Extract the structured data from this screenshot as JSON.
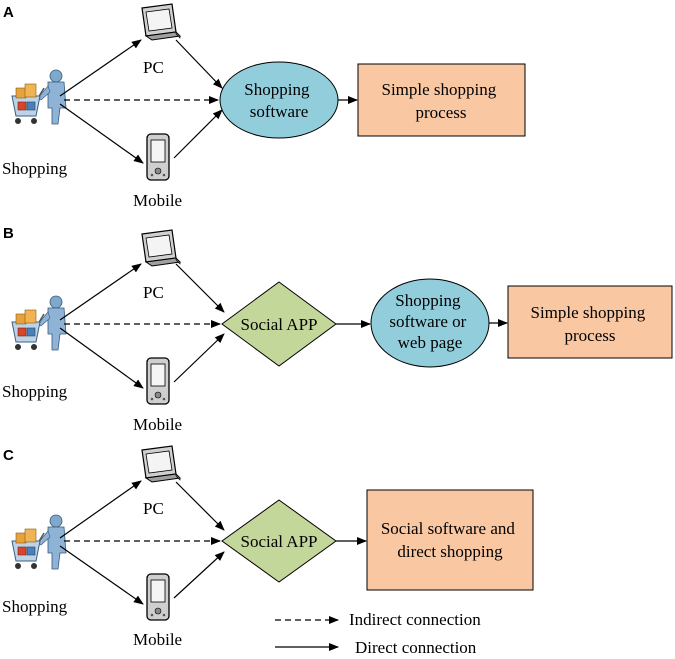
{
  "panels": [
    {
      "label": "A",
      "shopper": "Shopping",
      "pc": "PC",
      "mobile": "Mobile",
      "hub": {
        "shape": "ellipse",
        "lines": [
          "Shopping",
          "software"
        ]
      },
      "middle": null,
      "result": {
        "lines": [
          "Simple shopping",
          "process"
        ]
      }
    },
    {
      "label": "B",
      "shopper": "Shopping",
      "pc": "PC",
      "mobile": "Mobile",
      "hub": {
        "shape": "diamond",
        "lines": [
          "Social APP"
        ]
      },
      "middle": {
        "shape": "ellipse",
        "lines": [
          "Shopping",
          "software or",
          "web page"
        ]
      },
      "result": {
        "lines": [
          "Simple shopping",
          "process"
        ]
      }
    },
    {
      "label": "C",
      "shopper": "Shopping",
      "pc": "PC",
      "mobile": "Mobile",
      "hub": {
        "shape": "diamond",
        "lines": [
          "Social APP"
        ]
      },
      "middle": null,
      "result": {
        "lines": [
          "Social software and",
          "direct shopping"
        ]
      }
    }
  ],
  "legend": {
    "indirect": "Indirect connection",
    "direct": "Direct connection"
  },
  "colors": {
    "result_fill": "#f9c8a3",
    "software_fill": "#92cddc",
    "social_fill": "#c4d79b"
  },
  "icons": {
    "shopper": "shopping-cart-person-icon",
    "pc": "computer-monitor-icon",
    "mobile": "mobile-phone-icon"
  }
}
